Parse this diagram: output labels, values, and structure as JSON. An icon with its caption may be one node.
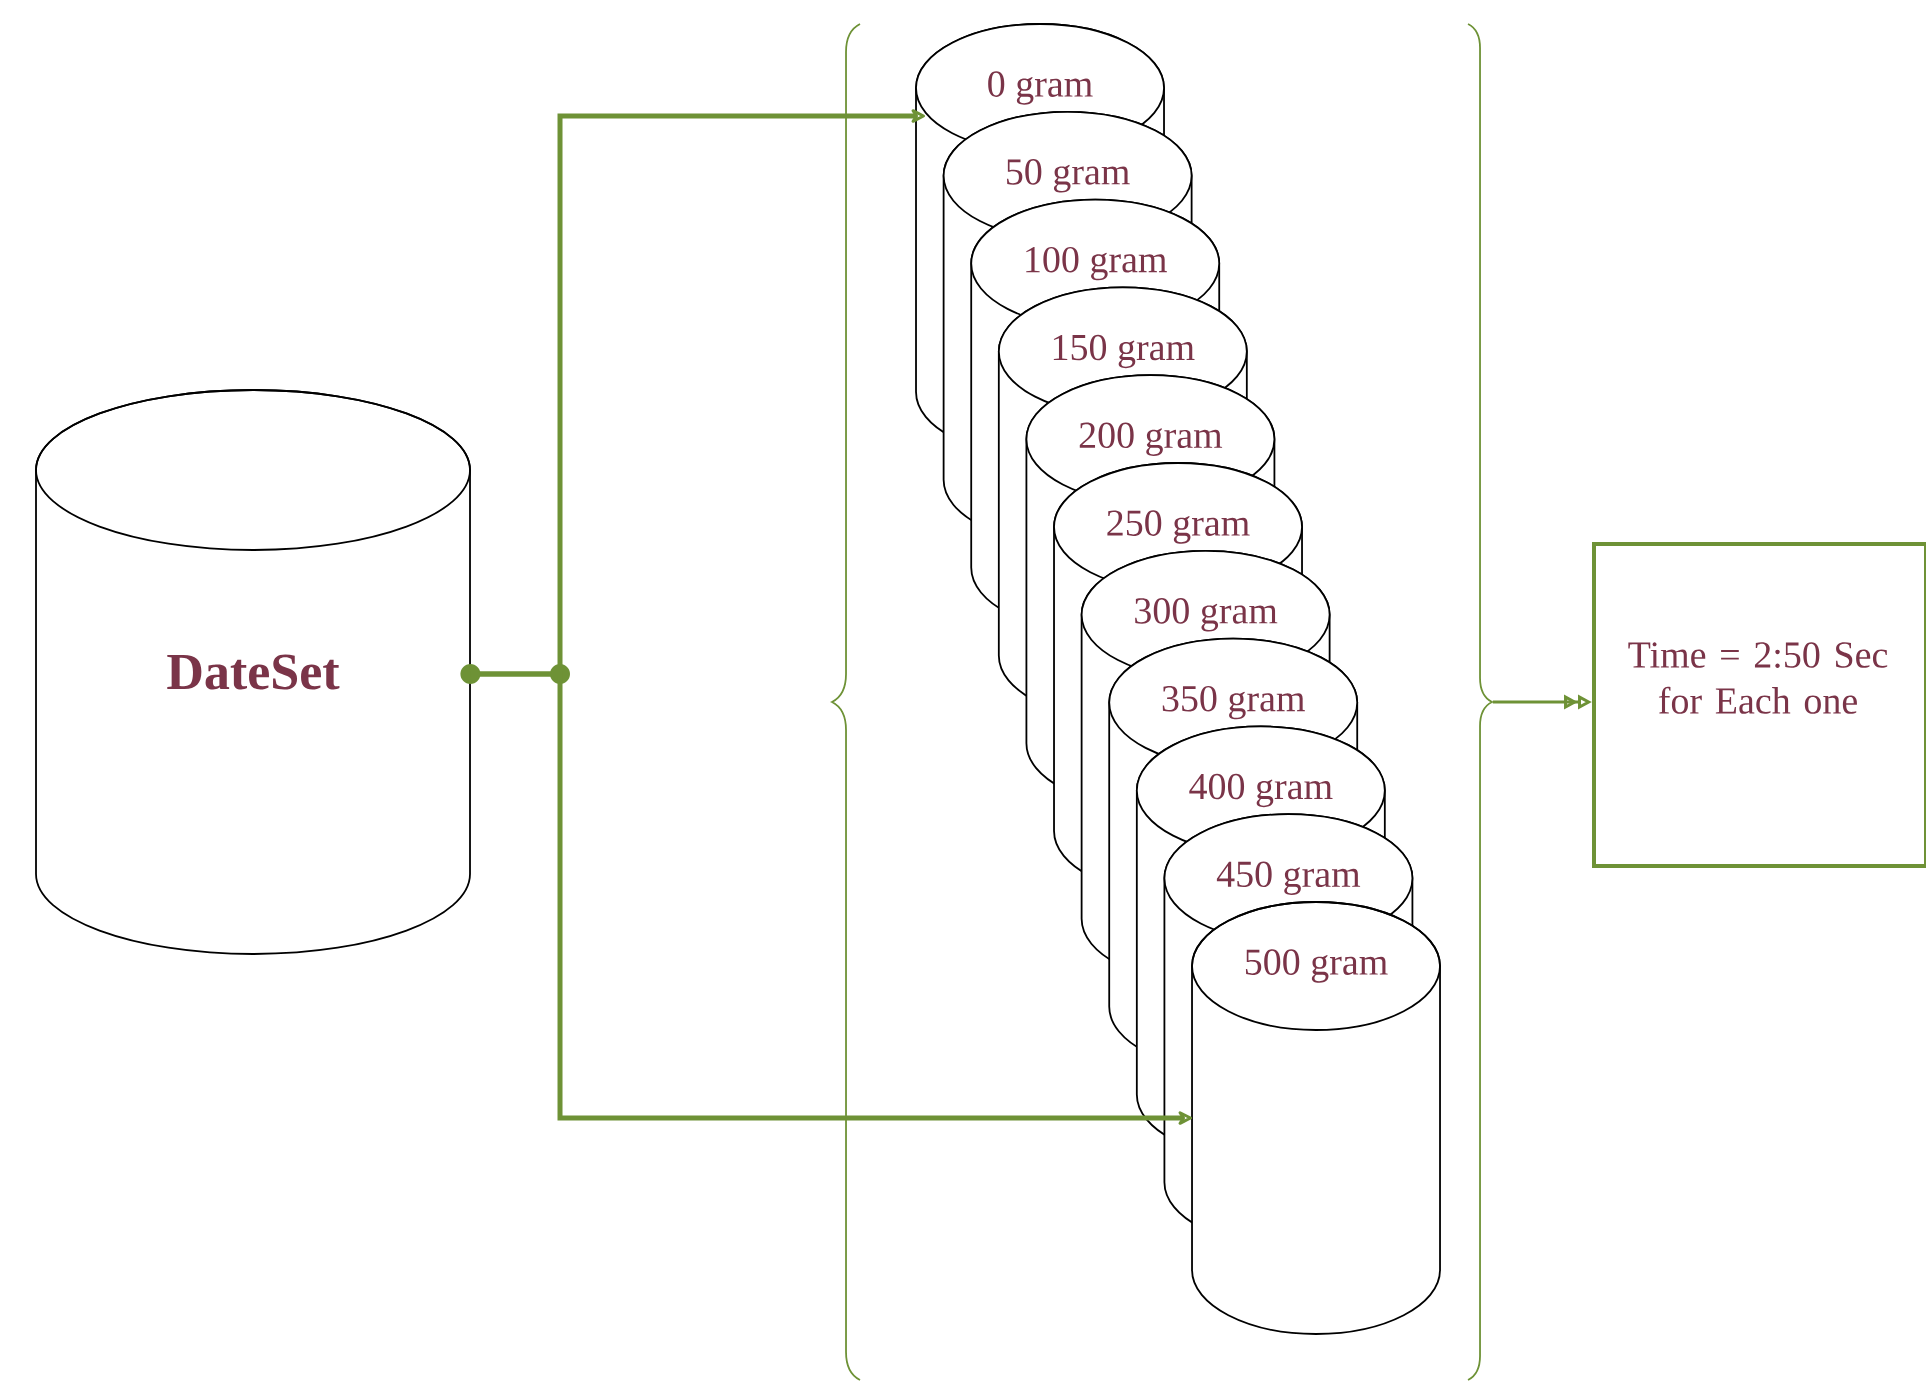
{
  "diagram": {
    "nodes": [
      {
        "text": [
          "DateSet"
        ]
      },
      {
        "text": [
          "0 gram"
        ]
      },
      {
        "text": [
          "50 gram"
        ]
      },
      {
        "text": [
          "100 gram"
        ]
      },
      {
        "text": [
          "150 gram"
        ]
      },
      {
        "text": [
          "200 gram"
        ]
      },
      {
        "text": [
          "250 gram"
        ]
      },
      {
        "text": [
          "300 gram"
        ]
      },
      {
        "text": [
          "350 gram"
        ]
      },
      {
        "text": [
          "400 gram"
        ]
      },
      {
        "text": [
          "450 gram"
        ]
      },
      {
        "text": [
          "500 gram"
        ]
      },
      {
        "text": [],
        "shape": "brace"
      },
      {
        "text": [
          "Time = 2:50 Sec for Each one"
        ]
      }
    ],
    "edges": [
      {
        "from": 0,
        "to": 1,
        "arrow": "to"
      },
      {
        "from": 0,
        "to": 11,
        "arrow": "to"
      },
      {
        "from": 12,
        "to": 13,
        "arrow": "to"
      }
    ]
  }
}
